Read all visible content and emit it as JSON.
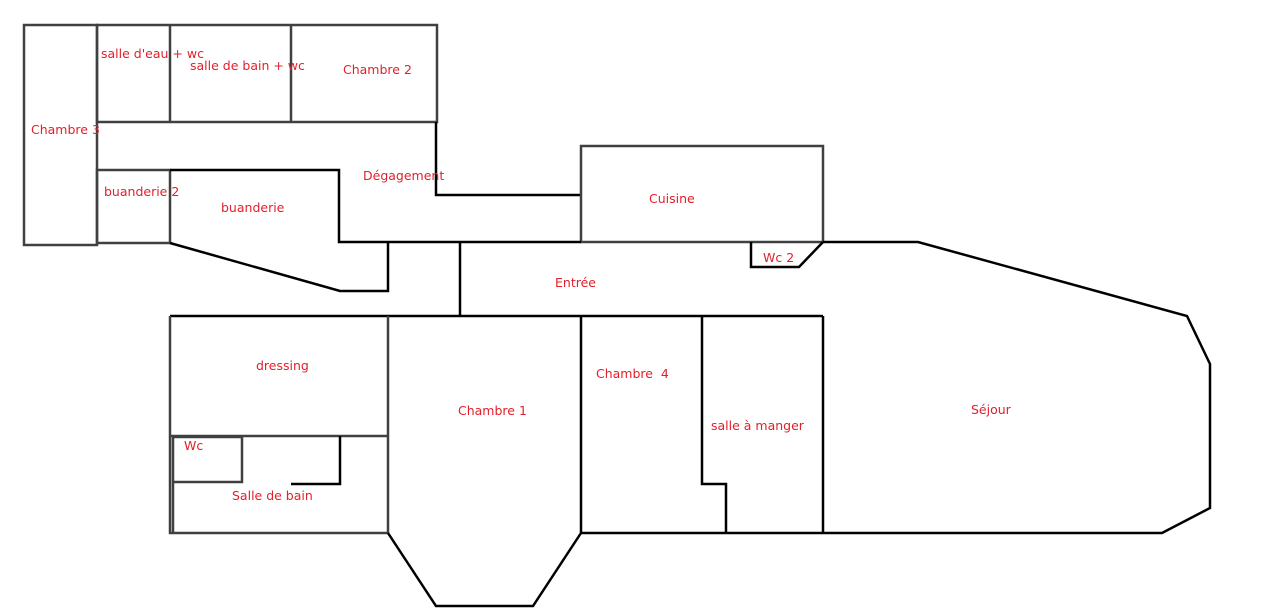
{
  "plan": {
    "rooms": {
      "chambre3": "Chambre 3",
      "salle_eau": "salle d'eau + wc",
      "salle_bain_wc": "salle de bain + wc",
      "chambre2": "Chambre 2",
      "degagement": "Dégagement",
      "buanderie2": "buanderie 2",
      "buanderie": "buanderie",
      "cuisine": "Cuisine",
      "wc2": "Wc 2",
      "entree": "Entrée",
      "dressing": "dressing",
      "chambre1": "Chambre 1",
      "chambre4": "Chambre  4",
      "salle_manger": "salle à manger",
      "sejour": "Séjour",
      "wc": "Wc",
      "salle_bain": "Salle de bain"
    }
  }
}
